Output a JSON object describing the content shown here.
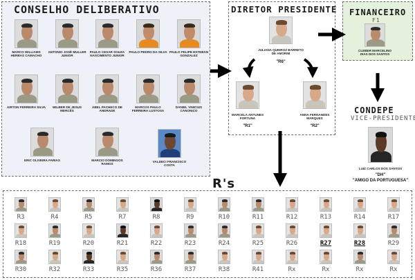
{
  "conselho": {
    "title": "CONSELHO DELIBERATIVO",
    "members": [
      {
        "name": "MARCO WILLIAMS HERBAS CAMACHO",
        "tone": "light"
      },
      {
        "name": "ANTONIO JOSÉ MULLER JUNIOR",
        "tone": "light"
      },
      {
        "name": "PAULO CESAR SOUZA NASCIMENTO JUNIOR",
        "tone": "light"
      },
      {
        "name": "PAULO PEDRO DA SILVA",
        "tone": "orange"
      },
      {
        "name": "PAULO FELIPE ESTEBAN GONZALEZ",
        "tone": "orange"
      },
      {
        "name": "AIRTON FERREIRA SILVA",
        "tone": "light"
      },
      {
        "name": "WILBER DE JESUS MERCÊS",
        "tone": "light"
      },
      {
        "name": "ABEL PACHECO DE ANDRADE",
        "tone": "light"
      },
      {
        "name": "MARCOS PAULO FERREIRA LUSTOSA",
        "tone": "light"
      },
      {
        "name": "DANIEL VINICIUS CANONICO",
        "tone": "light"
      },
      {
        "name": "ERIC OLIVEIRA FARIAS",
        "tone": "light"
      },
      {
        "name": "MARCIO DOMINGOS RAMOS",
        "tone": "light"
      },
      {
        "name": "VALDECI FRANCISCO COSTA",
        "tone": "blue"
      }
    ]
  },
  "diretor": {
    "title": "DIRETOR PRESIDENTE",
    "presidente": {
      "name": "JULIANA QUEIROZ BARRETO DE AMORIM",
      "alias": "\"R6\""
    },
    "r1": {
      "name": "MARCELA ANTUNES FORTUNA",
      "alias": "\"R1\""
    },
    "r2": {
      "name": "ANNA FERNANDES MARQUES",
      "alias": "\"R2\""
    }
  },
  "financeiro": {
    "title": "FINANCEIRO",
    "code": "F1",
    "member": {
      "name": "CLEBER MARCELINO DIAS DOS SANTOS"
    }
  },
  "condepe": {
    "title": "CONDEPE",
    "subtitle": "VICE-PRESIDENTE",
    "member": {
      "name": "LUIZ CARLOS DOS SANTOS",
      "alias1": "\"DH\"",
      "alias2": "\"AMIGO DA PORTUGUESA\""
    }
  },
  "rs": {
    "title": "R's",
    "rows": [
      [
        "R3",
        "R4",
        "R5",
        "R7",
        "R8",
        "R9",
        "R10",
        "R11",
        "R12",
        "R13",
        "R14",
        "R17"
      ],
      [
        "R18",
        "R19",
        "R20",
        "R21",
        "R22",
        "R23",
        "R24",
        "R25",
        "R26",
        "R27",
        "R28",
        "R29"
      ],
      [
        "R30",
        "R32",
        "R33",
        "R35",
        "R36",
        "R37",
        "R38",
        "R41",
        "Rx",
        "Rx",
        "Rx",
        "Rx"
      ]
    ],
    "emphasized": [
      "R27",
      "R28"
    ]
  },
  "colors": {
    "financeiro_bg": "#e4f1dc",
    "panel_bg": "#eef1f7",
    "border": "#6b6b6b",
    "arrow": "#000000"
  }
}
